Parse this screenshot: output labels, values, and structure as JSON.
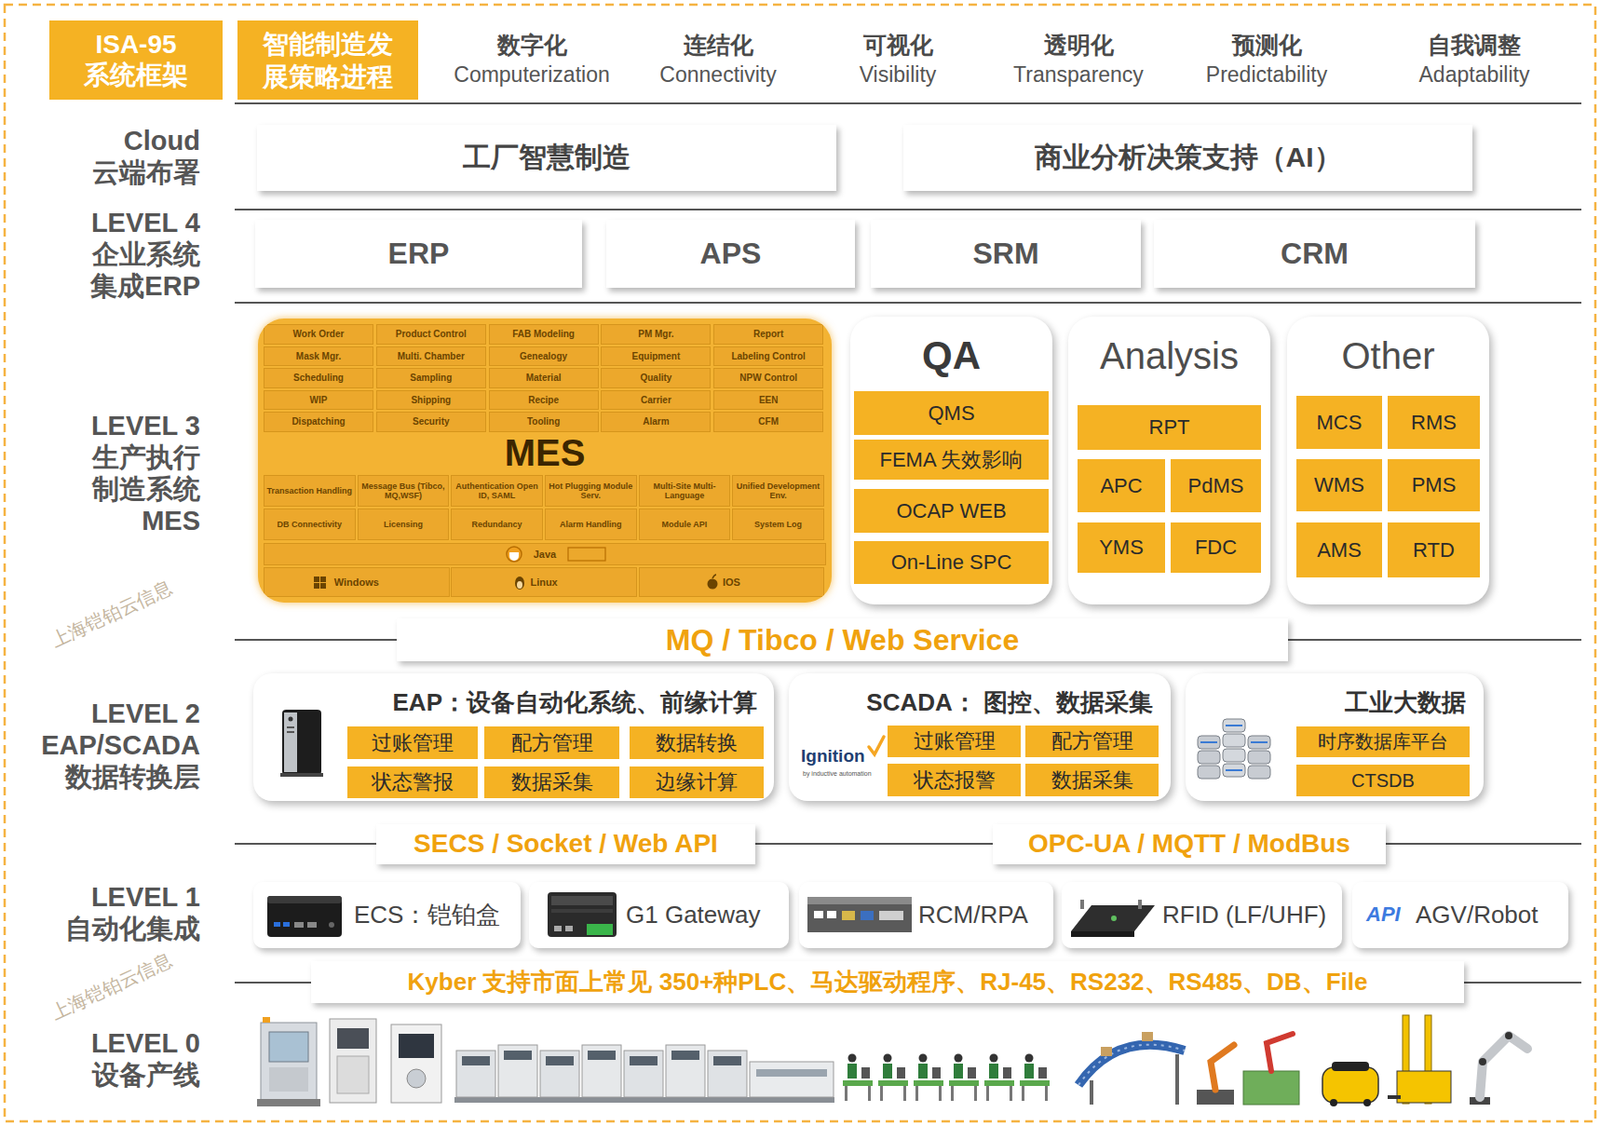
{
  "diagram": {
    "nodes": [
      {
        "text": [
          "ISA-95 系统框架"
        ]
      },
      {
        "text": [
          "智能制造发展策略进程"
        ]
      },
      {
        "text": [
          "工厂智慧制造"
        ]
      },
      {
        "text": [
          "商业分析决策支持（AI）"
        ]
      },
      {
        "text": [
          "ERP"
        ]
      },
      {
        "text": [
          "APS"
        ]
      },
      {
        "text": [
          "SRM"
        ]
      },
      {
        "text": [
          "CRM"
        ]
      },
      {
        "text": [
          "MES"
        ]
      },
      {
        "text": [
          "Work Order"
        ],
        "in": 8
      },
      {
        "text": [
          "Product Control"
        ],
        "in": 8
      },
      {
        "text": [
          "FAB Modeling"
        ],
        "in": 8
      },
      {
        "text": [
          "PM Mgr."
        ],
        "in": 8
      },
      {
        "text": [
          "Report"
        ],
        "in": 8
      },
      {
        "text": [
          "Mask Mgr."
        ],
        "in": 8
      },
      {
        "text": [
          "Multi. Chamber"
        ],
        "in": 8
      },
      {
        "text": [
          "Genealogy"
        ],
        "in": 8
      },
      {
        "text": [
          "Equipment"
        ],
        "in": 8
      },
      {
        "text": [
          "Labeling Control"
        ],
        "in": 8
      },
      {
        "text": [
          "Scheduling"
        ],
        "in": 8
      },
      {
        "text": [
          "Sampling"
        ],
        "in": 8
      },
      {
        "text": [
          "Material"
        ],
        "in": 8
      },
      {
        "text": [
          "Quality"
        ],
        "in": 8
      },
      {
        "text": [
          "NPW Control"
        ],
        "in": 8
      },
      {
        "text": [
          "WIP"
        ],
        "in": 8
      },
      {
        "text": [
          "Shipping"
        ],
        "in": 8
      },
      {
        "text": [
          "Recipe"
        ],
        "in": 8
      },
      {
        "text": [
          "Carrier"
        ],
        "in": 8
      },
      {
        "text": [
          "EEN"
        ],
        "in": 8
      },
      {
        "text": [
          "Dispatching"
        ],
        "in": 8
      },
      {
        "text": [
          "Security"
        ],
        "in": 8
      },
      {
        "text": [
          "Tooling"
        ],
        "in": 8
      },
      {
        "text": [
          "Alarm"
        ],
        "in": 8
      },
      {
        "text": [
          "CFM"
        ],
        "in": 8
      },
      {
        "text": [
          "Transaction Handling"
        ],
        "in": 8
      },
      {
        "text": [
          "Message Bus (Tibco, MQ,WSF)"
        ],
        "in": 8
      },
      {
        "text": [
          "Authentication Open ID, SAML"
        ],
        "in": 8
      },
      {
        "text": [
          "Hot Plugging Module Serv."
        ],
        "in": 8
      },
      {
        "text": [
          "Multi-Site Multi-Language"
        ],
        "in": 8
      },
      {
        "text": [
          "Unified Development Env."
        ],
        "in": 8
      },
      {
        "text": [
          "DB Connectivity"
        ],
        "in": 8
      },
      {
        "text": [
          "Licensing"
        ],
        "in": 8
      },
      {
        "text": [
          "Redundancy"
        ],
        "in": 8
      },
      {
        "text": [
          "Alarm Handling"
        ],
        "in": 8
      },
      {
        "text": [
          "Module API"
        ],
        "in": 8
      },
      {
        "text": [
          "System Log"
        ],
        "in": 8
      },
      {
        "text": [
          "Java"
        ],
        "in": 8
      },
      {
        "text": [
          "Windows"
        ],
        "in": 8
      },
      {
        "text": [
          "Linux"
        ],
        "in": 8
      },
      {
        "text": [
          "IOS"
        ],
        "in": 8
      },
      {
        "text": [
          "QA"
        ]
      },
      {
        "text": [
          "QMS"
        ],
        "in": 50
      },
      {
        "text": [
          "FEMA 失效影响"
        ],
        "in": 50
      },
      {
        "text": [
          "OCAP WEB"
        ],
        "in": 50
      },
      {
        "text": [
          "On-Line SPC"
        ],
        "in": 50
      },
      {
        "text": [
          "Analysis"
        ]
      },
      {
        "text": [
          "RPT"
        ],
        "in": 55
      },
      {
        "text": [
          "APC"
        ],
        "in": 55
      },
      {
        "text": [
          "PdMS"
        ],
        "in": 55
      },
      {
        "text": [
          "YMS"
        ],
        "in": 55
      },
      {
        "text": [
          "FDC"
        ],
        "in": 55
      },
      {
        "text": [
          "Other"
        ]
      },
      {
        "text": [
          "MCS"
        ],
        "in": 61
      },
      {
        "text": [
          "RMS"
        ],
        "in": 61
      },
      {
        "text": [
          "WMS"
        ],
        "in": 61
      },
      {
        "text": [
          "PMS"
        ],
        "in": 61
      },
      {
        "text": [
          "AMS"
        ],
        "in": 61
      },
      {
        "text": [
          "RTD"
        ],
        "in": 61
      },
      {
        "text": [
          "MQ / Tibco / Web Service"
        ]
      },
      {
        "text": [
          "EAP：设备自动化系统、前缘计算"
        ]
      },
      {
        "text": [
          "过账管理"
        ],
        "in": 69
      },
      {
        "text": [
          "配方管理"
        ],
        "in": 69
      },
      {
        "text": [
          "数据转换"
        ],
        "in": 69
      },
      {
        "text": [
          "状态警报"
        ],
        "in": 69
      },
      {
        "text": [
          "数据采集"
        ],
        "in": 69
      },
      {
        "text": [
          "边缘计算"
        ],
        "in": 69
      },
      {
        "text": [
          "SCADA： 图控、数据采集"
        ]
      },
      {
        "text": [
          "过账管理"
        ],
        "in": 76
      },
      {
        "text": [
          "配方管理"
        ],
        "in": 76
      },
      {
        "text": [
          "状态报警"
        ],
        "in": 76
      },
      {
        "text": [
          "数据采集"
        ],
        "in": 76
      },
      {
        "text": [
          "工业大数据"
        ]
      },
      {
        "text": [
          "时序数据库平台"
        ],
        "in": 81
      },
      {
        "text": [
          "CTSDB"
        ],
        "in": 81
      },
      {
        "text": [
          "SECS / Socket / Web API"
        ]
      },
      {
        "text": [
          "OPC-UA / MQTT / ModBus"
        ]
      },
      {
        "text": [
          "ECS：铠铂盒"
        ]
      },
      {
        "text": [
          "G1 Gateway"
        ]
      },
      {
        "text": [
          "RCM/RPA"
        ]
      },
      {
        "text": [
          "RFID (LF/UHF)"
        ]
      },
      {
        "text": [
          "AGV/Robot"
        ]
      },
      {
        "text": [
          "Kyber 支持市面上常见 350+种PLC、马达驱动程序、RJ-45、RS232、RS485、DB、File"
        ]
      }
    ],
    "labels": [
      "Cloud 云端布署",
      "LEVEL 4 企业系统 集成ERP",
      "LEVEL 3 生产执行 制造系统 MES",
      "LEVEL 2 EAP/SCADA 数据转换层",
      "LEVEL 1 自动化集成",
      "LEVEL 0 设备产线",
      "数字化",
      "Computerization",
      "连结化",
      "Connectivity",
      "可视化",
      "Visibility",
      "透明化",
      "Transparency",
      "预测化",
      "Predictability",
      "自我调整",
      "Adaptability",
      "Ignition",
      "by inductive automation",
      "API",
      "上海铠铂云信息",
      "上海铠铂云信息"
    ]
  }
}
